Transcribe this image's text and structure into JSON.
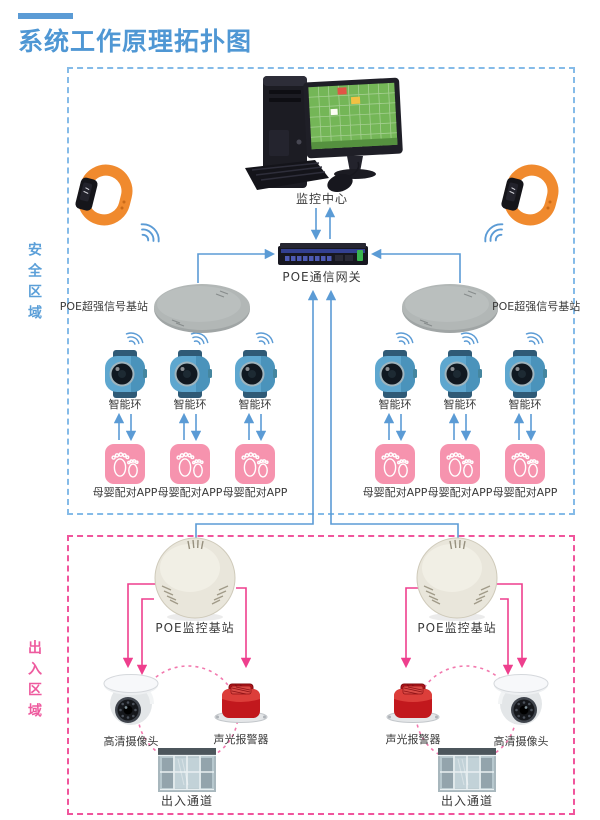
{
  "title": "系统工作原理拓扑图",
  "zones": {
    "safety": {
      "label": "安全区域"
    },
    "access": {
      "label": "出入区域"
    }
  },
  "labels": {
    "monitor_center": "监控中心",
    "poe_gateway": "POE通信网关",
    "signal_station_left": "POE超强信号基站",
    "signal_station_right": "POE超强信号基站",
    "smart_band": "智能环",
    "pairing_app": "母婴配对APP",
    "monitor_station_left": "POE监控基站",
    "monitor_station_right": "POE监控基站",
    "hd_camera_left": "高清摄像头",
    "hd_camera_right": "高清摄像头",
    "alarm_left": "声光报警器",
    "alarm_right": "声光报警器",
    "channel_left": "出入通道",
    "channel_right": "出入通道"
  },
  "icons": {
    "monitor_center": "desktop-computer-icon",
    "poe_gateway": "network-switch-icon",
    "signal_station": "signal-base-disc-icon",
    "wristband": "orange-wristband-icon",
    "smart_ring": "blue-smart-watch-icon",
    "pairing_app": "pink-footprints-app-icon",
    "monitor_station": "dome-station-icon",
    "hd_camera": "dome-camera-icon",
    "alarm": "sound-light-alarm-icon",
    "channel": "entrance-door-icon",
    "wireless": "wifi-waves-icon"
  },
  "colors": {
    "title_blue": "#5b9bd5",
    "safety_zone_border": "#85bbe8",
    "access_zone_border": "#f0559c",
    "blue_line": "#5b9bd5",
    "pink_line": "#ee3f8d",
    "app_icon_pink": "#f693ae",
    "watch_blue": "#5ea7cf",
    "band_orange": "#f08a2e",
    "alarm_red": "#c2181d"
  }
}
